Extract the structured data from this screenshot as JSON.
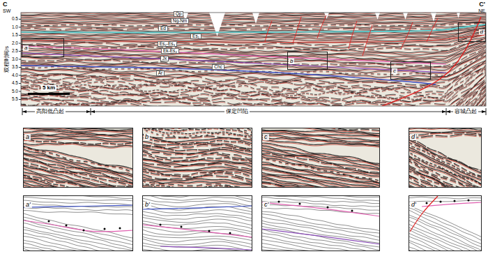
{
  "diagram": {
    "nodes": [
      {
        "text": [
          "a"
        ]
      },
      {
        "text": [
          "b"
        ]
      },
      {
        "text": [
          "c"
        ]
      },
      {
        "text": [
          "d"
        ]
      },
      {
        "text": [
          "a"
        ]
      },
      {
        "text": [
          "b"
        ]
      },
      {
        "text": [
          "c"
        ]
      },
      {
        "text": [
          "d"
        ]
      },
      {
        "text": [
          "a'"
        ]
      },
      {
        "text": [
          "b'"
        ]
      },
      {
        "text": [
          "c'"
        ]
      },
      {
        "text": [
          "d'"
        ]
      }
    ],
    "labels": [
      "C",
      "SW",
      "C'",
      "NE",
      "双程时间/s",
      "0.5",
      "1.0",
      "1.5",
      "2.0",
      "2.5",
      "3.0",
      "3.5",
      "4.0",
      "4.5",
      "5.0",
      "5.5",
      "Qp",
      "Ng-Nm",
      "Ed",
      "Es₁",
      "Es₂-Es₃",
      "Ek-Es₄",
      "Jx",
      "Chc",
      "Ar",
      "5 km",
      "高阳低凸起",
      "保定凹陷",
      "容城凸起"
    ]
  }
}
